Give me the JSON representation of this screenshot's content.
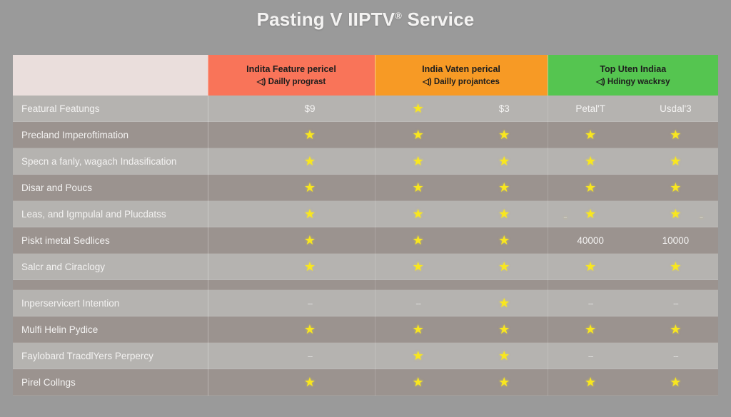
{
  "title": {
    "before": "Pasting V IIPTV",
    "registered": "®",
    "after": " Service"
  },
  "colors": {
    "page_bg": "#9a9a9a",
    "header_blank": "#eadedc",
    "header_red": "#f97459",
    "header_orange": "#f79a25",
    "header_green": "#55c550",
    "row_light": "#b5b3b0",
    "row_dark": "#9b938f",
    "star": "#f9e71e"
  },
  "header": {
    "blank_label": "",
    "columns": [
      {
        "line1": "Indita Feature pericel",
        "line2": "◁) Dailly prograst",
        "accent": "#f97459"
      },
      {
        "line1": "India Vaten perical",
        "line2": "◁) Dailly projantces",
        "accent": "#f79a25"
      },
      {
        "line1": "Top Uten Indiaa",
        "line2": "◁) Hdingy wackrsy",
        "accent": "#55c550"
      }
    ]
  },
  "rows": [
    {
      "label": "Featural Featungs",
      "shade": "light",
      "col1": [
        {
          "type": "text",
          "value": "$9"
        }
      ],
      "col2": [
        {
          "type": "star",
          "value": "★"
        },
        {
          "type": "text",
          "value": "$3"
        }
      ],
      "col3": [
        {
          "type": "text",
          "value": "Petal'T"
        },
        {
          "type": "text",
          "value": "Usdal'3"
        }
      ]
    },
    {
      "label": "Precland Imperoftimation",
      "shade": "dark",
      "col1": [
        {
          "type": "star",
          "value": "★"
        }
      ],
      "col2": [
        {
          "type": "star",
          "value": "★"
        },
        {
          "type": "star",
          "value": "★"
        }
      ],
      "col3": [
        {
          "type": "star",
          "value": "★"
        },
        {
          "type": "star",
          "value": "★"
        }
      ]
    },
    {
      "label": "Specn a fanly, wagach Indasification",
      "shade": "light",
      "col1": [
        {
          "type": "star",
          "value": "★"
        }
      ],
      "col2": [
        {
          "type": "star",
          "value": "★"
        },
        {
          "type": "star",
          "value": "★"
        }
      ],
      "col3": [
        {
          "type": "star",
          "value": "★"
        },
        {
          "type": "star",
          "value": "★"
        }
      ]
    },
    {
      "label": "Disar and Poucs",
      "shade": "dark",
      "col1": [
        {
          "type": "star",
          "value": "★"
        }
      ],
      "col2": [
        {
          "type": "star",
          "value": "★"
        },
        {
          "type": "star",
          "value": "★"
        }
      ],
      "col3": [
        {
          "type": "star",
          "value": "★"
        },
        {
          "type": "star",
          "value": "★"
        }
      ]
    },
    {
      "label": "Leas, and Igmpulal and Plucdatss",
      "shade": "light",
      "col1": [
        {
          "type": "star",
          "value": "★"
        }
      ],
      "col2": [
        {
          "type": "star",
          "value": "★"
        },
        {
          "type": "star",
          "value": "★"
        }
      ],
      "col3": [
        {
          "type": "star-dash-left",
          "value": "★"
        },
        {
          "type": "star-dash-right",
          "value": "★"
        }
      ]
    },
    {
      "label": "Piskt imetal Sedlices",
      "shade": "dark",
      "col1": [
        {
          "type": "star",
          "value": "★"
        }
      ],
      "col2": [
        {
          "type": "star",
          "value": "★"
        },
        {
          "type": "star",
          "value": "★"
        }
      ],
      "col3": [
        {
          "type": "text",
          "value": "40000"
        },
        {
          "type": "text",
          "value": "10000"
        }
      ]
    },
    {
      "label": "Salcr and Ciraclogy",
      "shade": "light",
      "col1": [
        {
          "type": "star",
          "value": "★"
        }
      ],
      "col2": [
        {
          "type": "star",
          "value": "★"
        },
        {
          "type": "star",
          "value": "★"
        }
      ],
      "col3": [
        {
          "type": "star",
          "value": "★"
        },
        {
          "type": "star",
          "value": "★"
        }
      ]
    },
    {
      "label": "",
      "shade": "spacer",
      "col1": [],
      "col2": [],
      "col3": []
    },
    {
      "label": "Inperservicert Intention",
      "shade": "light",
      "col1": [
        {
          "type": "dash",
          "value": "--"
        }
      ],
      "col2": [
        {
          "type": "dash",
          "value": "--"
        },
        {
          "type": "star",
          "value": "★"
        }
      ],
      "col3": [
        {
          "type": "dash",
          "value": "--"
        },
        {
          "type": "dash",
          "value": "--"
        }
      ]
    },
    {
      "label": "Mulfi Helin Pydice",
      "shade": "dark",
      "col1": [
        {
          "type": "star",
          "value": "★"
        }
      ],
      "col2": [
        {
          "type": "star",
          "value": "★"
        },
        {
          "type": "star",
          "value": "★"
        }
      ],
      "col3": [
        {
          "type": "star",
          "value": "★"
        },
        {
          "type": "star",
          "value": "★"
        }
      ]
    },
    {
      "label": "Faylobard TracdlYers Perpercy",
      "shade": "light",
      "col1": [
        {
          "type": "dash",
          "value": "--"
        }
      ],
      "col2": [
        {
          "type": "star",
          "value": "★"
        },
        {
          "type": "star",
          "value": "★"
        }
      ],
      "col3": [
        {
          "type": "dash",
          "value": "--"
        },
        {
          "type": "dash",
          "value": "--"
        }
      ]
    },
    {
      "label": "Pirel Collngs",
      "shade": "dark",
      "col1": [
        {
          "type": "star",
          "value": "★"
        }
      ],
      "col2": [
        {
          "type": "star",
          "value": "★"
        },
        {
          "type": "star",
          "value": "★"
        }
      ],
      "col3": [
        {
          "type": "star",
          "value": "★"
        },
        {
          "type": "star",
          "value": "★"
        }
      ]
    }
  ]
}
